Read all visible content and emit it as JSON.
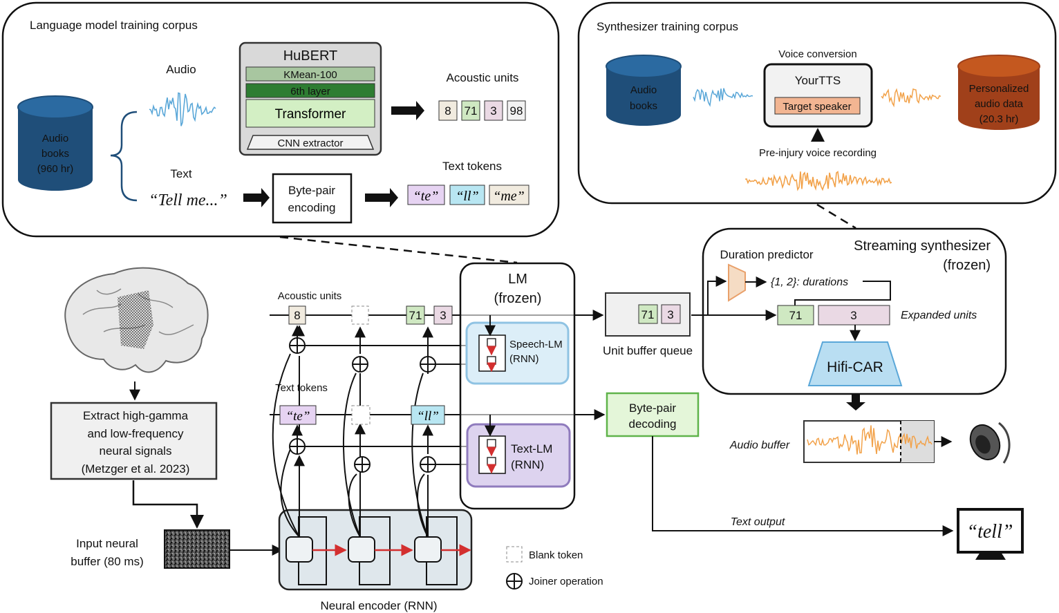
{
  "corpus": {
    "title": "Language model training corpus",
    "audio_label": "Audio",
    "text_label": "Text",
    "db_label": [
      "Audio",
      "books",
      "(960 hr)"
    ],
    "text_sample": "“Tell me...”",
    "hubert": {
      "title": "HuBERT",
      "layers": [
        "KMean-100",
        "6th layer",
        "Transformer",
        "CNN extractor"
      ]
    },
    "bpe_label": [
      "Byte-pair",
      "encoding"
    ],
    "acoustic_units_label": "Acoustic units",
    "acoustic_units": [
      "8",
      "71",
      "3",
      "98"
    ],
    "text_tokens_label": "Text tokens",
    "text_tokens": [
      "“te”",
      "“ll”",
      "“me”"
    ]
  },
  "synth_corpus": {
    "title": "Synthesizer training corpus",
    "db_label": [
      "Audio",
      "books"
    ],
    "vc_label": "Voice conversion",
    "yourtts": "YourTTS",
    "target_speaker": "Target speaker",
    "pre_injury": "Pre-injury voice recording",
    "personal_label": [
      "Personalized",
      "audio data",
      "(20.3 hr)"
    ]
  },
  "pipeline": {
    "extract_label": [
      "Extract high-gamma",
      "and low-frequency",
      "neural signals",
      "(Metzger et al. 2023)"
    ],
    "input_buffer": [
      "Input neural",
      "buffer (80 ms)"
    ],
    "encoder_label": "Neural encoder (RNN)",
    "acoustic_units_label": "Acoustic units",
    "acoustic_row": [
      "8",
      "71",
      "3"
    ],
    "text_tokens_label": "Text tokens",
    "text_row": [
      "“te”",
      "“ll”"
    ],
    "lm_label": [
      "LM",
      "(frozen)"
    ],
    "speech_lm": [
      "Speech-LM",
      "(RNN)"
    ],
    "text_lm": [
      "Text-LM",
      "(RNN)"
    ],
    "unit_buffer_label": "Unit buffer queue",
    "unit_buffer": [
      "71",
      "3"
    ],
    "bpd_label": [
      "Byte-pair",
      "decoding"
    ],
    "legend_blank": "Blank token",
    "legend_joiner": "Joiner operation",
    "synth_title": [
      "Streaming synthesizer",
      "(frozen)"
    ],
    "duration_predictor": "Duration predictor",
    "durations": "{1, 2}: durations",
    "expanded": [
      "71",
      "3"
    ],
    "expanded_label": "Expanded units",
    "hifi": "Hifi-CAR",
    "audio_buffer": "Audio buffer",
    "text_output_label": "Text output",
    "output_word": "“tell”"
  },
  "colors": {
    "db_blue": "#1f4e79",
    "db_brown": "#a0401a",
    "green_unit": "#cfe8c2",
    "purple_tok": "#e6d3f2",
    "cyan_tok": "#b8e6f2",
    "beige_tok": "#f1ebdf",
    "speech_lm_bg": "#dceef8",
    "text_lm_bg": "#ddd3ef",
    "hifi": "#b9def2",
    "bpd_bg": "#e4f6d9",
    "waveform_blue": "#5aa7d8",
    "waveform_orange": "#f2a24a"
  }
}
